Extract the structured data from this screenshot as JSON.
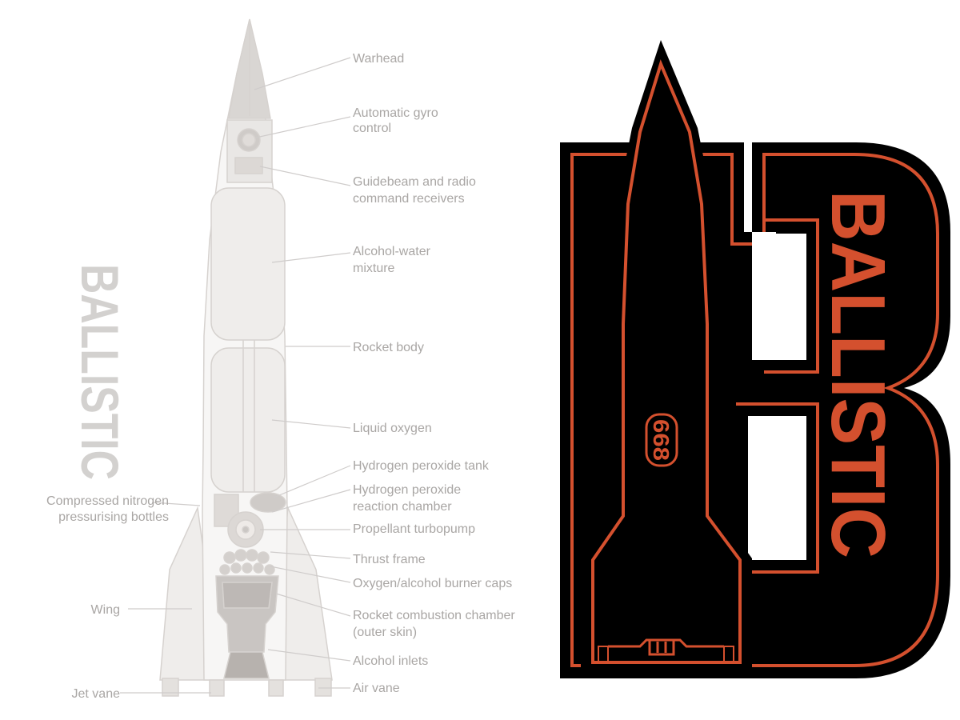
{
  "diagram": {
    "watermark": "BALLISTIC",
    "labels": {
      "warhead": "Warhead",
      "gyro_1": "Automatic gyro",
      "gyro_2": "control",
      "guide_1": "Guidebeam and radio",
      "guide_2": "command receivers",
      "alcohol_1": "Alcohol-water",
      "alcohol_2": "mixture",
      "body": "Rocket body",
      "lox": "Liquid oxygen",
      "h2o2_tank": "Hydrogen peroxide tank",
      "h2o2_chamber_1": "Hydrogen peroxide",
      "h2o2_chamber_2": "reaction chamber",
      "nitrogen_1": "Compressed nitrogen",
      "nitrogen_2": "pressurising bottles",
      "turbopump": "Propellant turbopump",
      "thrust_frame": "Thrust frame",
      "burner_caps": "Oxygen/alcohol burner caps",
      "wing": "Wing",
      "combustion_1": "Rocket combustion chamber",
      "combustion_2": "(outer skin)",
      "alcohol_inlets": "Alcohol inlets",
      "jet_vane": "Jet vane",
      "air_vane": "Air vane"
    }
  },
  "logo": {
    "wordmark": "BALLISTIC",
    "number": "668",
    "colors": {
      "outline": "#000000",
      "accent": "#d4502e",
      "fill": "#000000",
      "text": "#d4502e"
    }
  }
}
